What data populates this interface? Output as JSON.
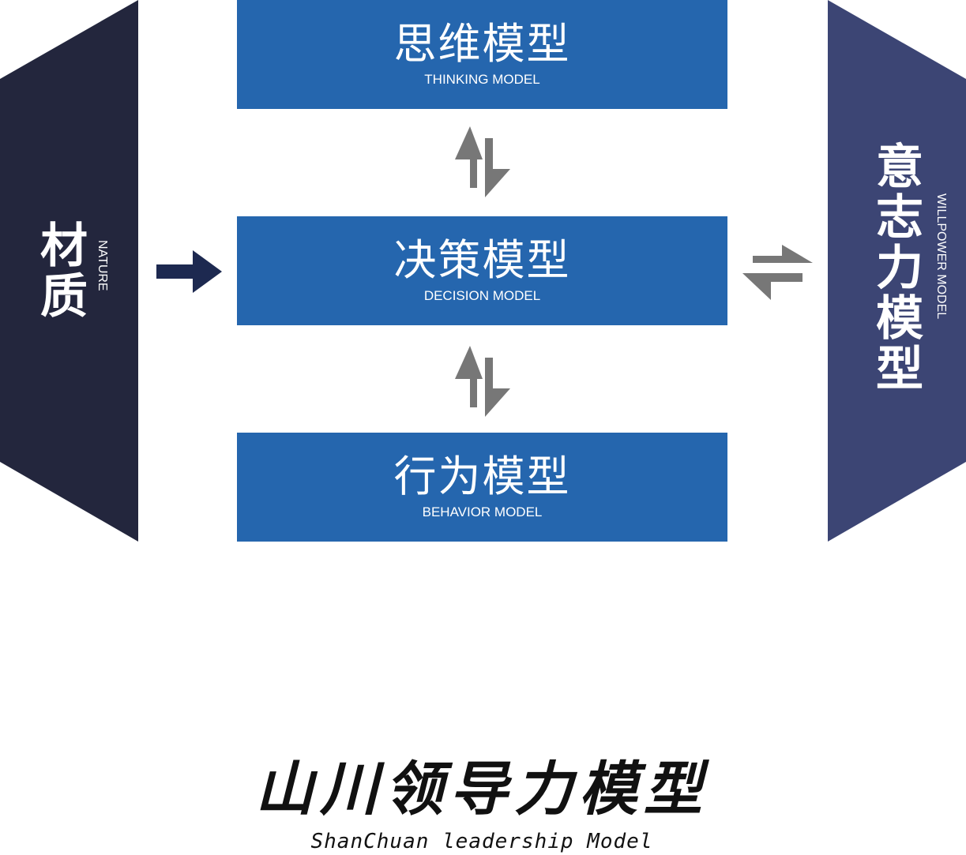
{
  "colors": {
    "left_panel": "#23263d",
    "right_panel": "#3c4574",
    "box": "#2566ae",
    "arrow_dark": "#1d2950",
    "arrow_gray": "#777777"
  },
  "left_panel": {
    "label_cn": "材质",
    "label_en": "NATURE"
  },
  "right_panel": {
    "label_cn": "意志力模型",
    "label_en": "WILLPOWER MODEL"
  },
  "boxes": [
    {
      "cn": "思维模型",
      "en": "THINKING MODEL"
    },
    {
      "cn": "决策模型",
      "en": "DECISION MODEL"
    },
    {
      "cn": "行为模型",
      "en": "BEHAVIOR MODEL"
    }
  ],
  "connectors": {
    "nature_to_decision": "right-arrow-icon",
    "thinking_decision": "up-down-arrows-icon",
    "decision_behavior": "up-down-arrows-icon",
    "decision_willpower": "left-right-arrows-icon"
  },
  "title": {
    "cn": "山川领导力模型",
    "en": "ShanChuan leadership Model"
  }
}
